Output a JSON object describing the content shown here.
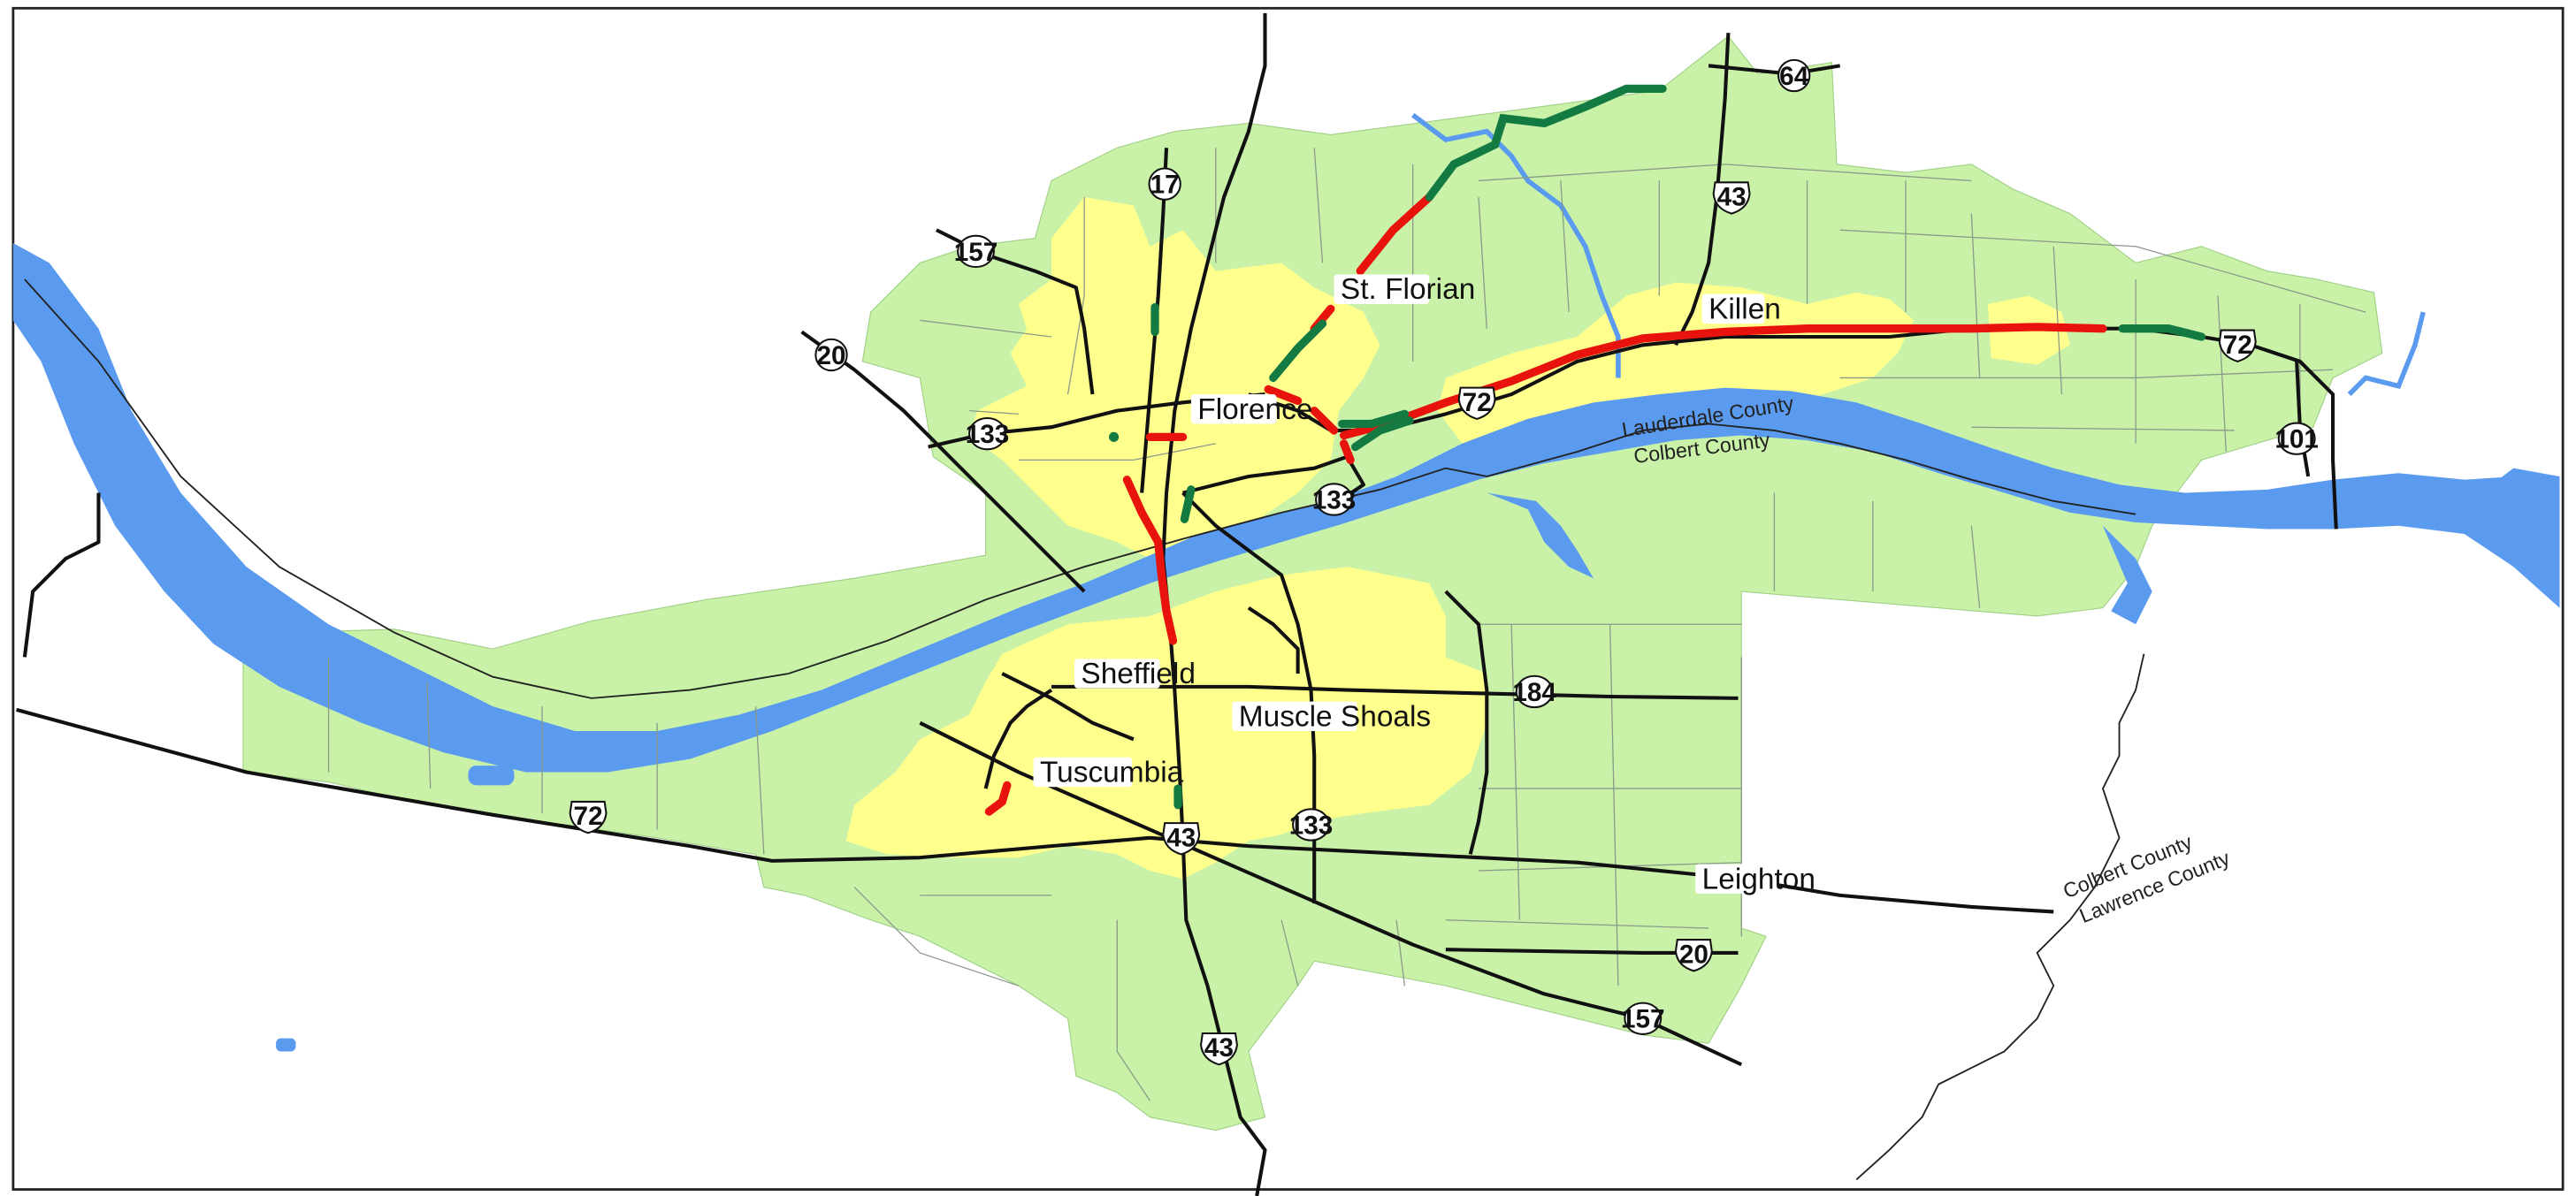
{
  "colors": {
    "water": "#5b9bef",
    "county_area": "#c9f2a8",
    "urban_area": "#ffff8e",
    "road": "#111111",
    "minor_road": "#8a9a8a",
    "county_line": "#222222",
    "planned_red": "#e8130d",
    "planned_green": "#137a42",
    "frame": "#222222"
  },
  "places": {
    "st_florian": "St. Florian",
    "killen": "Killen",
    "florence": "Florence",
    "sheffield": "Sheffield",
    "muscle_shoals": "Muscle Shoals",
    "tuscumbia": "Tuscumbia",
    "leighton": "Leighton"
  },
  "county_labels": {
    "lauderdale_north": "Lauderdale County",
    "colbert_south": "Colbert County",
    "colbert_east": "Colbert County",
    "lawrence": "Lawrence County"
  },
  "route_shields": [
    {
      "id": "sr-64",
      "label": "64",
      "kind": "state"
    },
    {
      "id": "us-43-north",
      "label": "43",
      "kind": "us"
    },
    {
      "id": "sr-17",
      "label": "17",
      "kind": "state"
    },
    {
      "id": "sr-157-north",
      "label": "157",
      "kind": "state"
    },
    {
      "id": "sr-20",
      "label": "20",
      "kind": "state"
    },
    {
      "id": "sr-133-west",
      "label": "133",
      "kind": "state"
    },
    {
      "id": "us-72-florence",
      "label": "72",
      "kind": "us"
    },
    {
      "id": "sr-133-center",
      "label": "133",
      "kind": "state"
    },
    {
      "id": "us-72-east",
      "label": "72",
      "kind": "us"
    },
    {
      "id": "sr-101",
      "label": "101",
      "kind": "state"
    },
    {
      "id": "sr-184",
      "label": "184",
      "kind": "state"
    },
    {
      "id": "us-72-west",
      "label": "72",
      "kind": "us"
    },
    {
      "id": "us-43-south",
      "label": "43",
      "kind": "us"
    },
    {
      "id": "sr-133-south",
      "label": "133",
      "kind": "state"
    },
    {
      "id": "us-20",
      "label": "20",
      "kind": "us"
    },
    {
      "id": "sr-157-south",
      "label": "157",
      "kind": "state"
    },
    {
      "id": "us-43-bottom",
      "label": "43",
      "kind": "us"
    }
  ]
}
